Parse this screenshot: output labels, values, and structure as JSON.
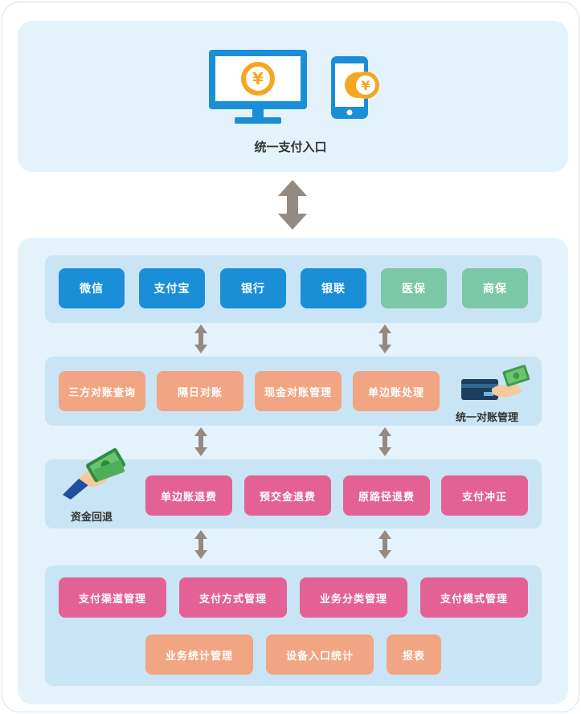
{
  "entry": {
    "title": "统一支付入口",
    "icons": [
      "monitor-yuan-icon",
      "phone-yuan-icon"
    ]
  },
  "channels": [
    {
      "label": "微信",
      "color": "#1a8fd8"
    },
    {
      "label": "支付宝",
      "color": "#1a8fd8"
    },
    {
      "label": "银行",
      "color": "#1a8fd8"
    },
    {
      "label": "银联",
      "color": "#1a8fd8"
    },
    {
      "label": "医保",
      "color": "#7cc7a7"
    },
    {
      "label": "商保",
      "color": "#7cc7a7"
    }
  ],
  "reconciliation": {
    "items": [
      "三方对账查询",
      "隔日对账",
      "现金对账管理",
      "单边账处理"
    ],
    "label": "统一对账管理",
    "icon": "card-money-icon"
  },
  "refund": {
    "items": [
      "单边账退费",
      "预交金退费",
      "原路径退费",
      "支付冲正"
    ],
    "label": "资金回退",
    "icon": "money-hand-icon"
  },
  "management": {
    "row1": [
      "支付渠道管理",
      "支付方式管理",
      "业务分类管理",
      "支付模式管理"
    ],
    "row2": [
      "业务统计管理",
      "设备入口统计",
      "报表"
    ]
  },
  "colors": {
    "blue": "#1a8fd8",
    "teal": "#7cc7a7",
    "orange": "#f1a582",
    "pink": "#e46196",
    "panel": "#e4f2fb",
    "band": "#c9e5f5",
    "arrow": "#968a80"
  }
}
